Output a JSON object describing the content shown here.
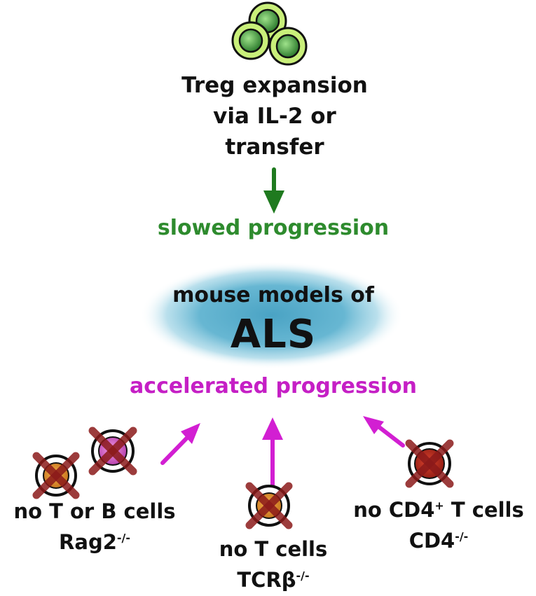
{
  "colors": {
    "text": "#111111",
    "slowed": "#2e8b2e",
    "accelerated": "#c51fc5",
    "green_arrow": "#1f7a1f",
    "magenta_arrow": "#d21fd2",
    "ellipse": "#4aa3c4",
    "treg_cell_outer": "#b6e35a",
    "treg_cell_inner": "#3f8f3f",
    "cross": "#8b1a1a"
  },
  "top": {
    "treg_line1": "Treg expansion",
    "treg_line2": "via IL-2 or",
    "treg_line3": "transfer",
    "slowed_text": "slowed progression"
  },
  "center": {
    "models_text": "mouse models of",
    "als_text": "ALS"
  },
  "bottom": {
    "accelerated_text": "accelerated progression",
    "left": {
      "line1": "no T or B cells",
      "gene": "Rag2",
      "genotype": "-/-"
    },
    "middle": {
      "line1": "no T cells",
      "gene": "TCRβ",
      "genotype": "-/-"
    },
    "right": {
      "line1_pre": "no CD4",
      "line1_sup": "+",
      "line1_post": " T cells",
      "gene": "CD4",
      "genotype": "-/-"
    }
  },
  "icons": {
    "treg_cells": "treg-cell-cluster-icon",
    "deleted_cell": "crossed-out-cell-icon",
    "arrow": "arrow-icon"
  }
}
